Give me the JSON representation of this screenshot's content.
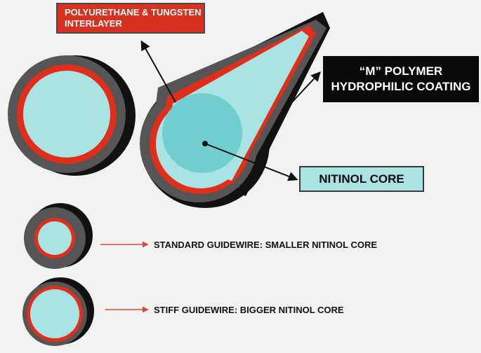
{
  "labels": {
    "interlayer_line1": "POLYURETHANE & TUNGSTEN",
    "interlayer_line2": "INTERLAYER",
    "coating_line1": "“M” POLYMER",
    "coating_line2": "HYDROPHILIC COATING",
    "core": "NITINOL CORE",
    "standard": "STANDARD GUIDEWIRE: SMALLER NITINOL CORE",
    "stiff": "STIFF GUIDEWIRE: BIGGER NITINOL CORE"
  },
  "colors": {
    "background": "#f2f2f2",
    "shadow": "#111111",
    "coating": "#555555",
    "interlayer": "#e02e1b",
    "core": "#a9e3e3",
    "core_dark": "#5fc7c9",
    "arrow_red": "#d9483a"
  }
}
